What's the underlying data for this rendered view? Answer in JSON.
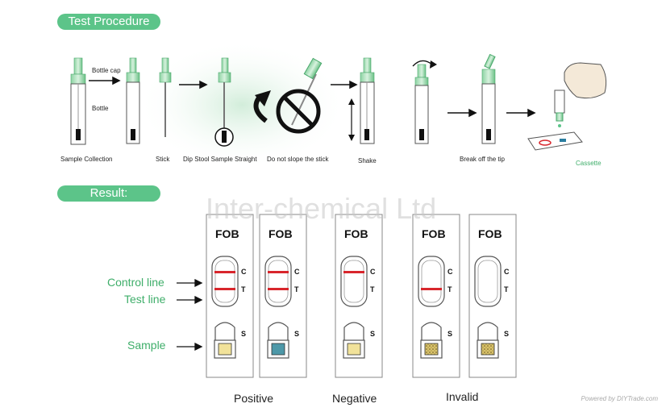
{
  "headers": {
    "procedure": "Test Procedure",
    "result": "Result:"
  },
  "procedure_labels": {
    "bottle_cap": "Bottle cap",
    "bottle": "Bottle",
    "sample_collection": "Sample Collection",
    "stick": "Stick",
    "dip": "Dip Stool Sample Straight",
    "no_slope": "Do not slope the stick",
    "shake": "Shake",
    "break_tip": "Break off the tip",
    "cassette": "Cassette"
  },
  "result_labels": {
    "control_line": "Control line",
    "test_line": "Test line",
    "sample": "Sample"
  },
  "cassette_text": {
    "fob": "FOB",
    "c": "C",
    "t": "T",
    "s": "S"
  },
  "groups": {
    "positive": "Positive",
    "negative": "Negative",
    "invalid": "Invalid"
  },
  "cassettes": [
    {
      "group": "Positive",
      "control_line": true,
      "test_line": true,
      "well": "yellow"
    },
    {
      "group": "Positive",
      "control_line": true,
      "test_line": true,
      "well": "blue"
    },
    {
      "group": "Negative",
      "control_line": true,
      "test_line": false,
      "well": "yellow"
    },
    {
      "group": "Invalid",
      "control_line": false,
      "test_line": true,
      "well": "speckled"
    },
    {
      "group": "Invalid",
      "control_line": false,
      "test_line": false,
      "well": "speckled"
    }
  ],
  "colors": {
    "accent": "#5cc489",
    "line_red": "#d8262c",
    "well_yellow": "#f1e29a",
    "well_blue": "#4d98a8"
  },
  "watermark": "Inter-chemical Ltd",
  "powered_by": "Powered by DIYTrade.com"
}
